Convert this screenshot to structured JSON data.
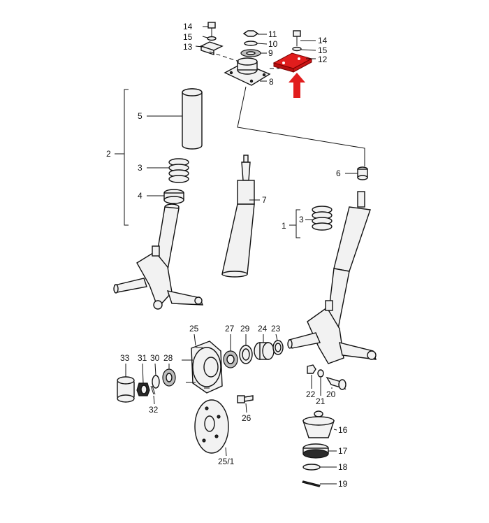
{
  "diagram": {
    "highlight_color": "#e11d1d",
    "callouts": {
      "c1": "1",
      "c2": "2",
      "c3a": "3",
      "c3b": "3",
      "c4": "4",
      "c5": "5",
      "c6": "6",
      "c7": "7",
      "c8": "8",
      "c9": "9",
      "c10": "10",
      "c11": "11",
      "c12": "12",
      "c13": "13",
      "c14a": "14",
      "c14b": "14",
      "c15a": "15",
      "c15b": "15",
      "c16": "16",
      "c17": "17",
      "c18": "18",
      "c19": "19",
      "c20": "20",
      "c21": "21",
      "c22": "22",
      "c23": "23",
      "c24": "24",
      "c25": "25",
      "c25_1": "25/1",
      "c26": "26",
      "c27": "27",
      "c28": "28",
      "c29": "29",
      "c30": "30",
      "c31": "31",
      "c32": "32",
      "c33": "33"
    }
  }
}
